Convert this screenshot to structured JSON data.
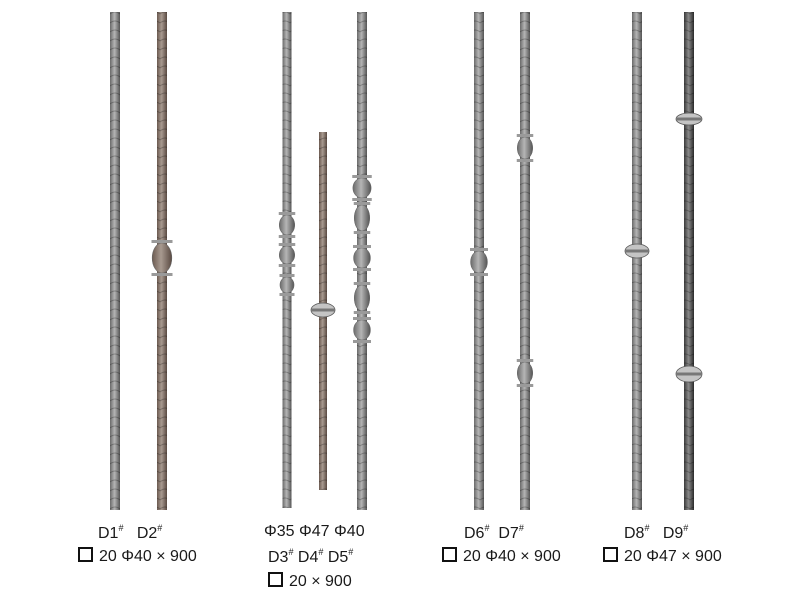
{
  "groups": [
    {
      "models": [
        "D1",
        "D2"
      ],
      "spec": "20 Φ40 × 900"
    },
    {
      "diameters": [
        "Φ35",
        "Φ47",
        "Φ40"
      ],
      "models": [
        "D3",
        "D4",
        "D5"
      ],
      "spec": "20 × 900"
    },
    {
      "models": [
        "D6",
        "D7"
      ],
      "spec": "20 Φ40 × 900"
    },
    {
      "models": [
        "D8",
        "D9"
      ],
      "spec": "20 Φ47 × 900"
    }
  ],
  "mark": "#",
  "icons": {
    "square-section": "□"
  }
}
